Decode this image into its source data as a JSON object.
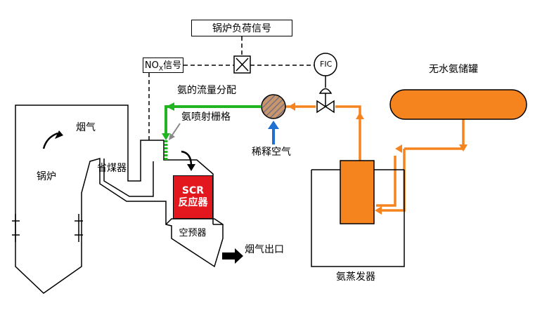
{
  "labels": {
    "boiler_load_signal": "锅炉负荷信号",
    "nox_signal_main": "NO",
    "nox_signal_sub": "X",
    "nox_signal_tail": "信号",
    "fic": "FIC",
    "ammonia_distribution": "氨的流量分配",
    "anhydrous_ammonia_tank": "无水氨储罐",
    "ammonia_grid": "氨喷射栅格",
    "flue_gas": "烟气",
    "boiler": "锅炉",
    "economizer": "省煤器",
    "dilution_air": "稀释空气",
    "scr_line1": "SCR",
    "scr_line2": "反应器",
    "air_preheater": "空预器",
    "flue_gas_outlet": "烟气出口",
    "ammonia_evaporator": "氨蒸发器"
  },
  "colors": {
    "ammonia_line": "#f5841f",
    "green_line": "#22b522",
    "scr_red": "#e3181f",
    "tank_orange": "#f5841f",
    "air_arrow": "#1f6fd1",
    "mixer_fill": "#b8824a"
  }
}
